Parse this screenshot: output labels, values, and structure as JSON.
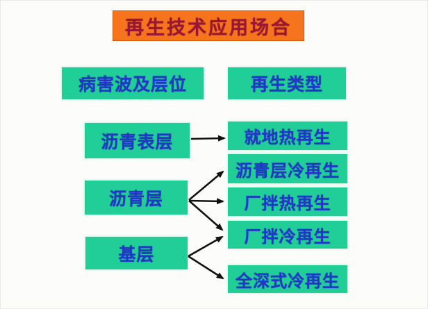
{
  "title": "再生技术应用场合",
  "headers": {
    "left": "病害波及层位",
    "right": "再生类型"
  },
  "left_items": [
    {
      "label": "沥青表层"
    },
    {
      "label": "沥青层"
    },
    {
      "label": "基层"
    }
  ],
  "right_items": [
    {
      "label": "就地热再生"
    },
    {
      "label": "沥青层冷再生"
    },
    {
      "label": "厂拌热再生"
    },
    {
      "label": "厂拌冷再生"
    },
    {
      "label": "全深式冷再生"
    }
  ],
  "connections": [
    {
      "from": "沥青表层",
      "to": "就地热再生"
    },
    {
      "from": "沥青层",
      "to": "沥青层冷再生"
    },
    {
      "from": "沥青层",
      "to": "厂拌热再生"
    },
    {
      "from": "沥青层",
      "to": "厂拌冷再生"
    },
    {
      "from": "基层",
      "to": "厂拌冷再生"
    },
    {
      "from": "基层",
      "to": "全深式冷再生"
    }
  ],
  "colors": {
    "banner_bg": "#f5741d",
    "banner_text": "#9a1733",
    "box_bg": "#21ce97",
    "box_text": "#2038c5",
    "arrow": "#111111",
    "background": "#fcfcfa"
  }
}
